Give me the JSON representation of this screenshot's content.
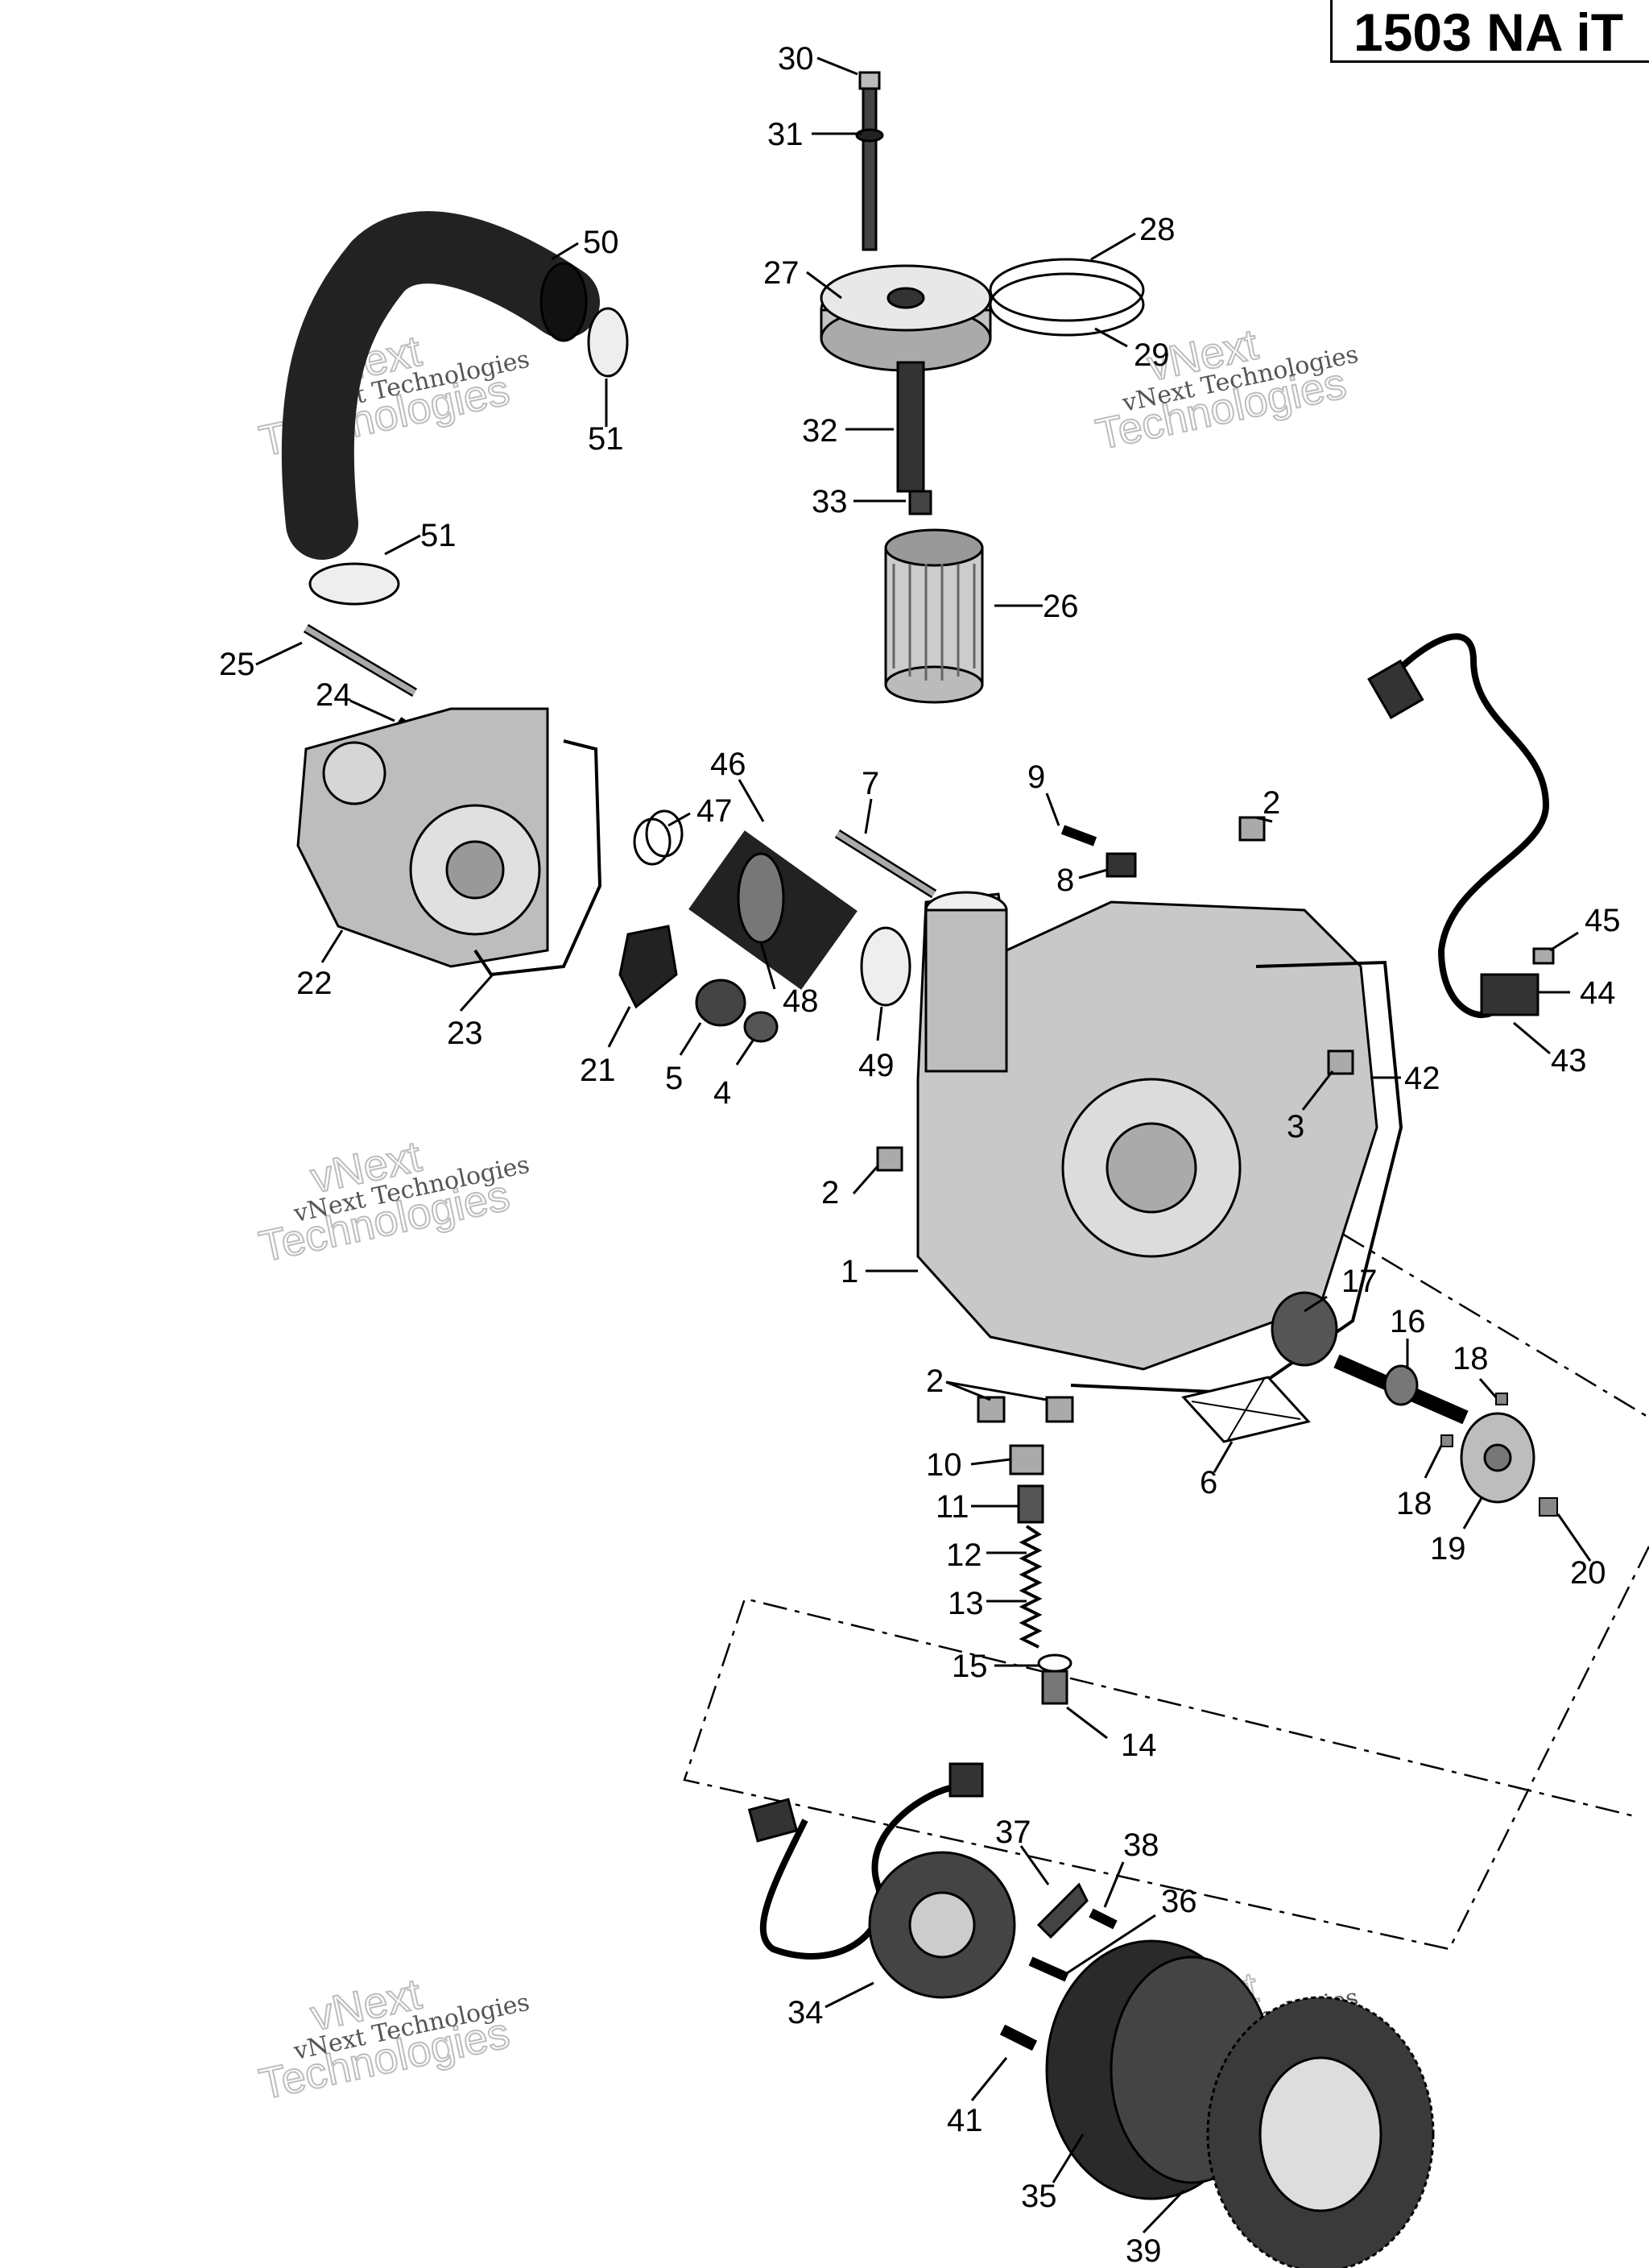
{
  "header": {
    "title": "1503 NA iT"
  },
  "watermark": {
    "line1": "vNext",
    "line2": "Technologies",
    "line3": "vNext Technologies"
  },
  "callouts": [
    {
      "label": "30"
    },
    {
      "label": "31"
    },
    {
      "label": "27"
    },
    {
      "label": "28"
    },
    {
      "label": "29"
    },
    {
      "label": "32"
    },
    {
      "label": "33"
    },
    {
      "label": "26"
    },
    {
      "label": "50"
    },
    {
      "label": "51"
    },
    {
      "label": "51"
    },
    {
      "label": "25"
    },
    {
      "label": "24"
    },
    {
      "label": "22"
    },
    {
      "label": "23"
    },
    {
      "label": "46"
    },
    {
      "label": "47"
    },
    {
      "label": "48"
    },
    {
      "label": "21"
    },
    {
      "label": "5"
    },
    {
      "label": "4"
    },
    {
      "label": "49"
    },
    {
      "label": "7"
    },
    {
      "label": "9"
    },
    {
      "label": "8"
    },
    {
      "label": "2"
    },
    {
      "label": "45"
    },
    {
      "label": "44"
    },
    {
      "label": "43"
    },
    {
      "label": "42"
    },
    {
      "label": "3"
    },
    {
      "label": "2"
    },
    {
      "label": "1"
    },
    {
      "label": "17"
    },
    {
      "label": "16"
    },
    {
      "label": "18"
    },
    {
      "label": "2"
    },
    {
      "label": "6"
    },
    {
      "label": "10"
    },
    {
      "label": "18"
    },
    {
      "label": "11"
    },
    {
      "label": "19"
    },
    {
      "label": "20"
    },
    {
      "label": "12"
    },
    {
      "label": "13"
    },
    {
      "label": "15"
    },
    {
      "label": "14"
    },
    {
      "label": "37"
    },
    {
      "label": "38"
    },
    {
      "label": "36"
    },
    {
      "label": "34"
    },
    {
      "label": "41"
    },
    {
      "label": "35"
    },
    {
      "label": "39"
    }
  ]
}
